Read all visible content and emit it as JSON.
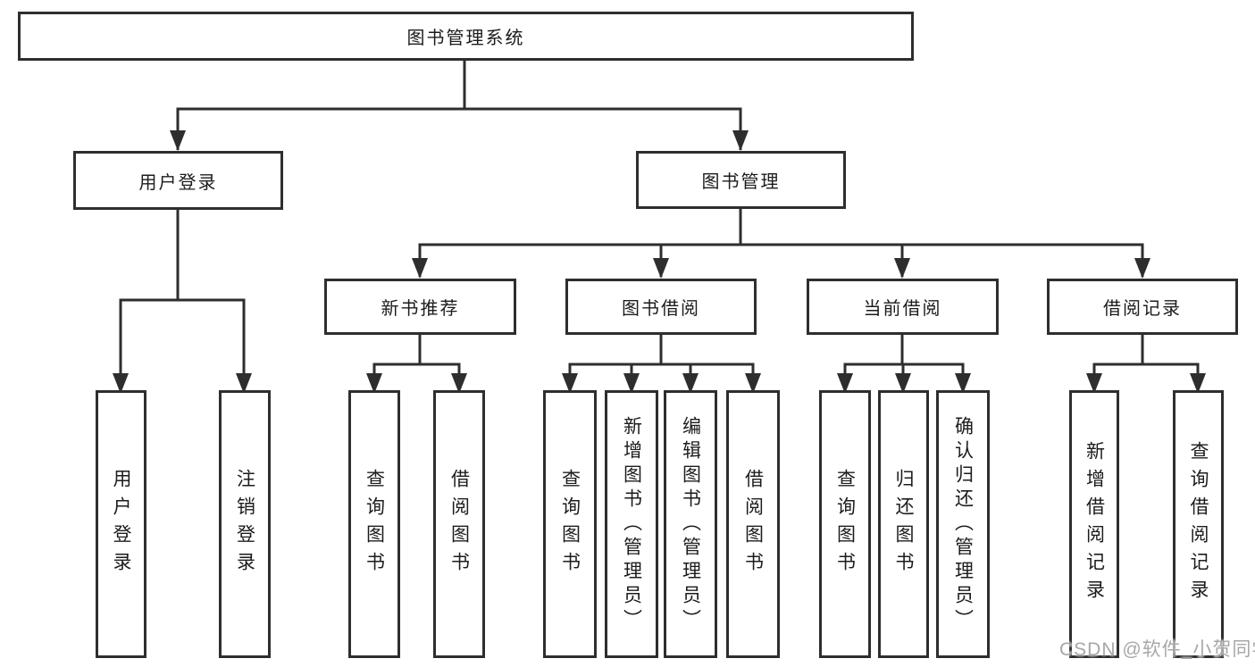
{
  "tree": {
    "root": {
      "label": "图书管理系统"
    },
    "level1": [
      {
        "label": "用户登录",
        "leaves": [
          "用户登录",
          "注销登录"
        ]
      },
      {
        "label": "图书管理",
        "groups": [
          {
            "label": "新书推荐",
            "leaves": [
              "查询图书",
              "借阅图书"
            ]
          },
          {
            "label": "图书借阅",
            "leaves": [
              "查询图书",
              "新增图书（管理员）",
              "编辑图书（管理员）",
              "借阅图书"
            ]
          },
          {
            "label": "当前借阅",
            "leaves": [
              "查询图书",
              "归还图书",
              "确认归还（管理员）"
            ]
          },
          {
            "label": "借阅记录",
            "leaves": [
              "新增借阅记录",
              "查询借阅记录"
            ]
          }
        ]
      }
    ]
  },
  "watermark": {
    "text": "CSDN @软件_小贺同学"
  },
  "colors": {
    "background": "#ffffff",
    "line": "#2e2e2e",
    "box_border": "#2e2e2e",
    "box_background": "#ffffff",
    "text": "#1c1c1c",
    "watermark": "#a0a0a0"
  }
}
